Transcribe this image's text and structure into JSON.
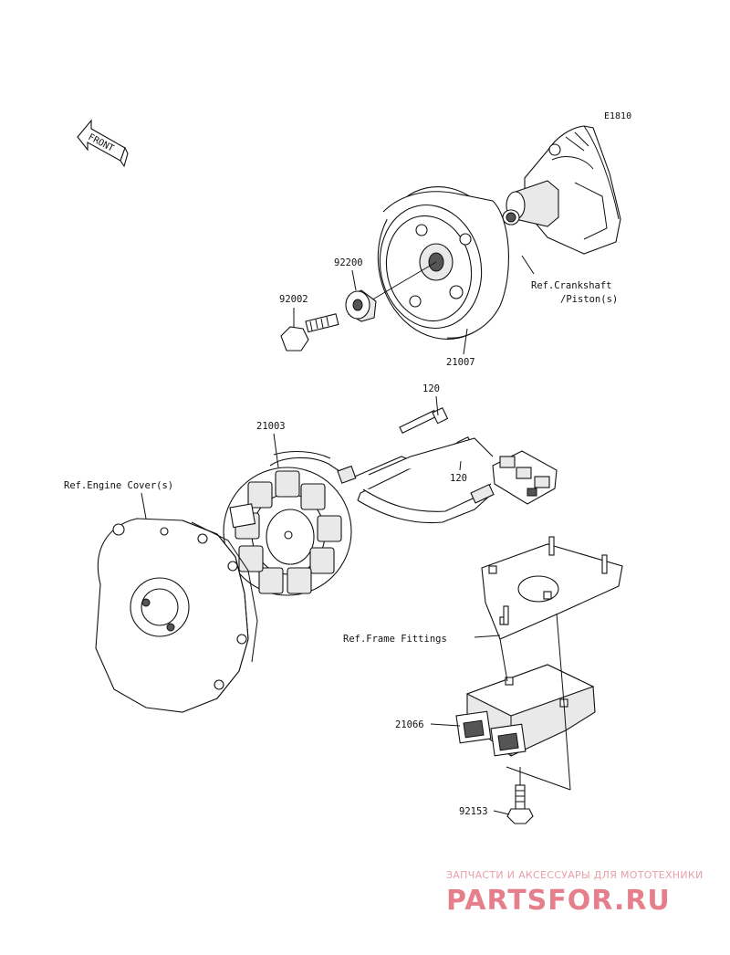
{
  "diagram": {
    "code": "E1810",
    "front_label": "FRONT",
    "labels": {
      "p92002": "92002",
      "p92200": "92200",
      "p21007": "21007",
      "ref_crankshaft_1": "Ref.Crankshaft",
      "ref_crankshaft_2": "/Piston(s)",
      "p120_top": "120",
      "p120_bottom": "120",
      "p21003": "21003",
      "ref_engine_cover": "Ref.Engine Cover(s)",
      "ref_frame_fittings": "Ref.Frame Fittings",
      "p21066": "21066",
      "p92153": "92153"
    }
  },
  "watermark": {
    "line1": "ЗАПЧАСТИ И АКСЕССУАРЫ ДЛЯ МОТОТЕХНИКИ",
    "line2": "PARTSFOR.RU",
    "color": "#e57f8c"
  }
}
